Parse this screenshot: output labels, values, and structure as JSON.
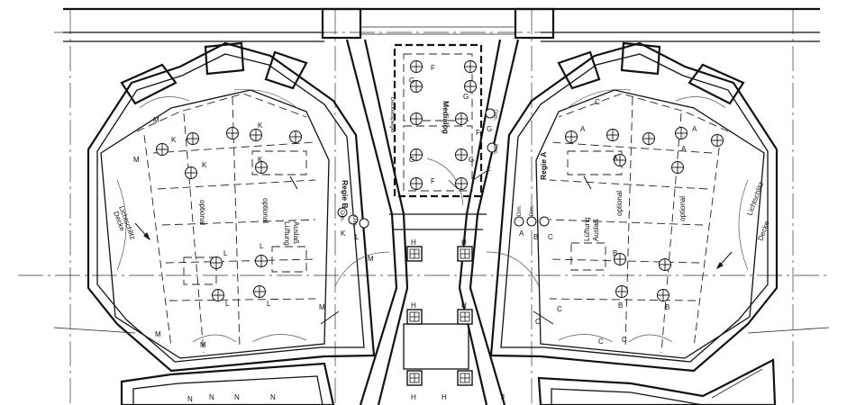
{
  "labels": {
    "regie_b": "Regie B",
    "regie_a": "Regie A",
    "medialog": "Medialog",
    "deckenspiegel": "Deckenspiegel",
    "lichtschlitz": "Lichtschlitz",
    "decke": "Decke",
    "lueftung": "Lüftung",
    "auslass": "Auslaß",
    "optional": "optional",
    "dim": "Dim."
  },
  "fixtures": {
    "K": "K",
    "L": "L",
    "M": "M",
    "N": "N",
    "A": "A",
    "B": "B",
    "C": "C",
    "G": "G",
    "F": "F",
    "H": "H",
    "J": "J"
  }
}
